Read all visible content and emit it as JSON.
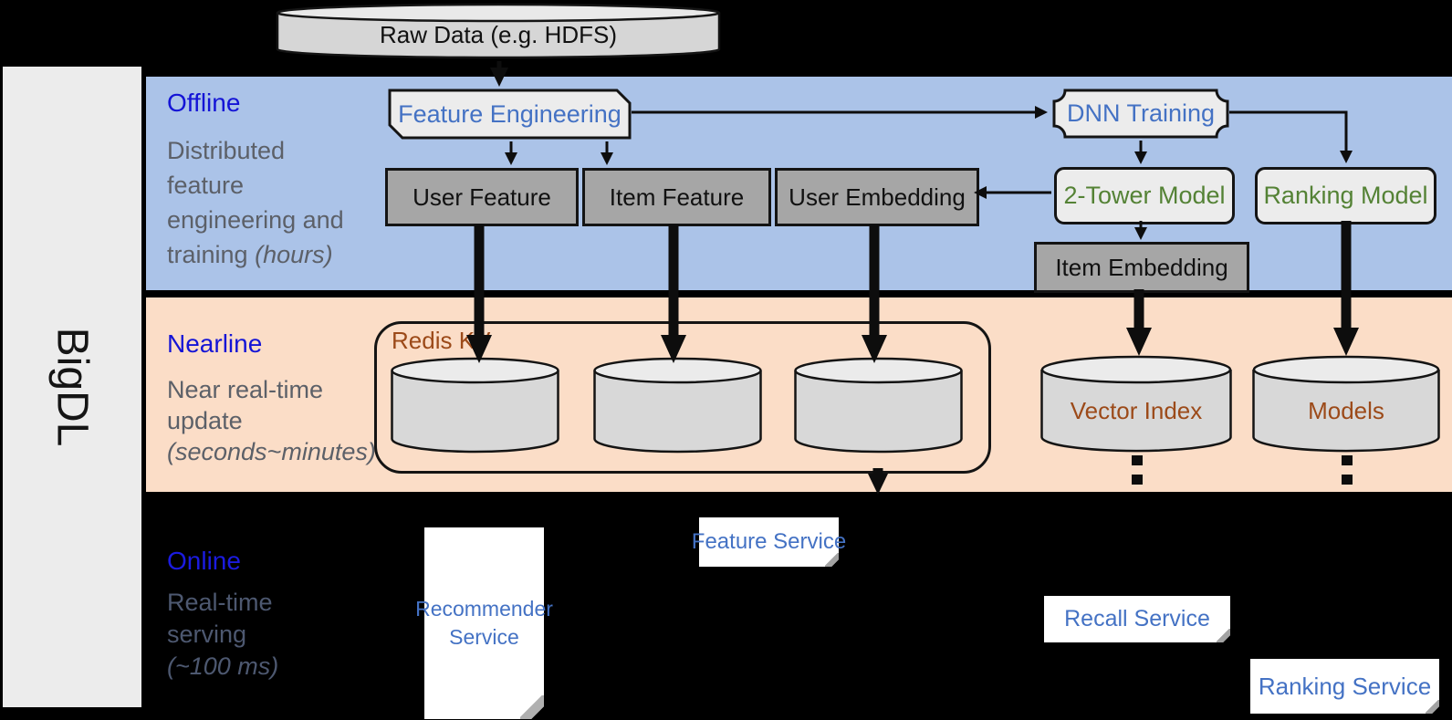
{
  "sidebar": {
    "brand": "BigDL"
  },
  "sources": {
    "raw_data": "Raw Data (e.g. HDFS)"
  },
  "bands": {
    "offline": {
      "title": "Offline",
      "line1": "Distributed",
      "line2": "feature",
      "line3": "engineering and",
      "line4": "training",
      "italic": "(hours)"
    },
    "nearline": {
      "title": "Nearline",
      "line1": "Near real-time",
      "line2": "update",
      "italic": "(seconds~minutes)"
    },
    "online": {
      "title": "Online",
      "line1": "Real-time",
      "line2": "serving",
      "italic": "(~100 ms)"
    }
  },
  "offline_nodes": {
    "feature_engineering": "Feature Engineering",
    "dnn_training": "DNN Training",
    "user_feature": "User Feature",
    "item_feature": "Item Feature",
    "user_embedding": "User Embedding",
    "two_tower_model": "2-Tower Model",
    "ranking_model": "Ranking Model",
    "item_embedding": "Item Embedding"
  },
  "nearline_nodes": {
    "redis_kv": "Redis KV",
    "vector_index": "Vector Index",
    "models": "Models"
  },
  "online_nodes": {
    "recommender_service": "Recommender Service",
    "feature_service": "Feature Service",
    "recall_service": "Recall Service",
    "ranking_service": "Ranking Service"
  },
  "colors": {
    "band_offline": "#abc3e8",
    "band_nearline": "#fbddc7",
    "band_online": "#000000",
    "node_gray": "#a6a6a6",
    "shape_light": "#ececec",
    "accent_blue": "#4472c4",
    "band_title_blue": "#1414d6",
    "model_green": "#548235",
    "store_brown": "#9c4a19",
    "desc_gray": "#5c6068"
  }
}
